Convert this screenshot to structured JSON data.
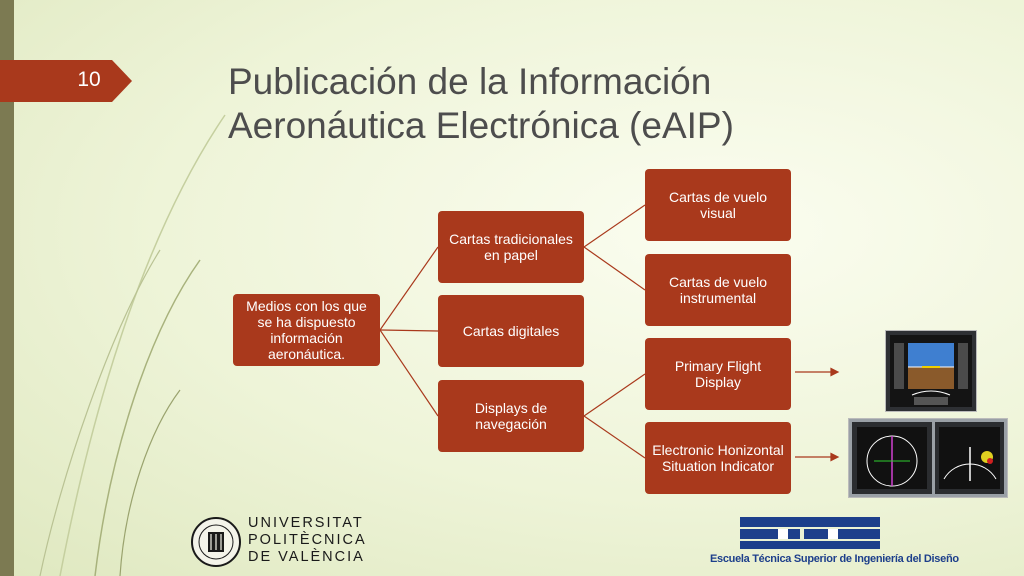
{
  "slide": {
    "number": "10",
    "title_line1": "Publicación de la Información",
    "title_line2": "Aeronáutica Electrónica (eAIP)"
  },
  "diagram": {
    "root": "Medios con los que se ha dispuesto información aeronáutica.",
    "branches": [
      {
        "label": "Cartas tradicionales en papel",
        "children": [
          "Cartas de vuelo visual",
          "Cartas de vuelo instrumental"
        ]
      },
      {
        "label": "Cartas digitales",
        "children": []
      },
      {
        "label": "Displays de navegación",
        "children": [
          "Primary Flight Display",
          "Electronic Honizontal Situation Indicator"
        ]
      }
    ]
  },
  "colors": {
    "box": "#a9391c",
    "title": "#4d4d4d",
    "accent_tab": "#a9391c",
    "connector": "#a9391c",
    "etsid_blue": "#1d3f8b"
  },
  "logos": {
    "upv_line1": "UNIVERSITAT",
    "upv_line2": "POLITÈCNICA",
    "upv_line3": "DE VALÈNCIA",
    "etsid_caption": "Escuela Técnica Superior de Ingeniería del Diseño"
  }
}
